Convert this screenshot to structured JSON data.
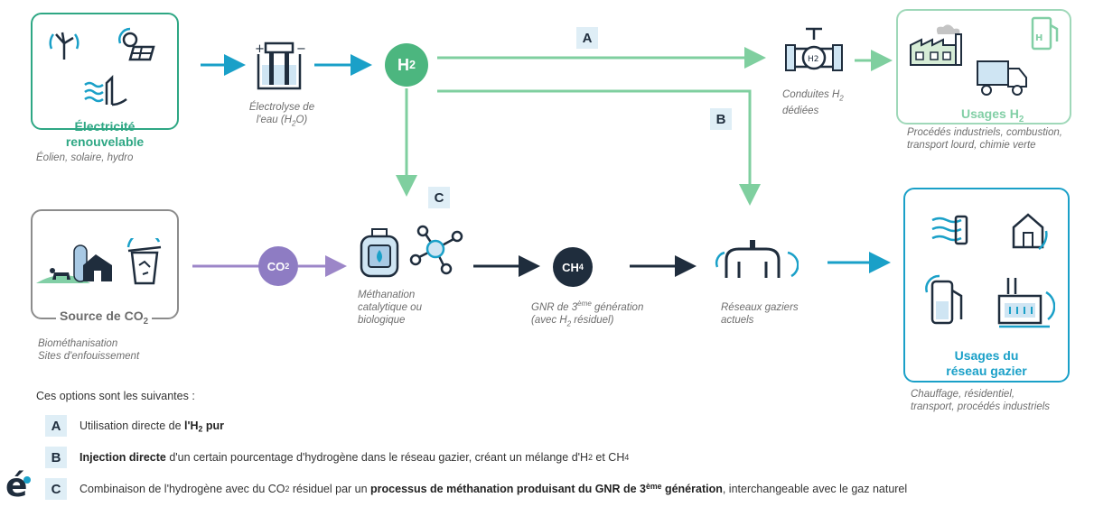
{
  "renewable": {
    "title": "Électricité renouvelable",
    "subtitle": "Éolien, solaire, hydro"
  },
  "electrolysis": {
    "label_line1": "Électrolyse de",
    "label_line2": "l'eau (H",
    "label_sub": "2",
    "label_end": "O)"
  },
  "h2_node": {
    "text": "H",
    "sub": "2"
  },
  "tags": {
    "a": "A",
    "b": "B",
    "c": "C"
  },
  "pipelines": {
    "line1": "Conduites H",
    "sub": "2",
    "line2": "dédiées"
  },
  "usages_h2": {
    "title": "Usages H",
    "title_sub": "2",
    "subtitle_line1": "Procédés industriels, combustion,",
    "subtitle_line2": "transport lourd, chimie verte",
    "pump_label": "H",
    "pump_sub": "2"
  },
  "co2_source": {
    "title": "Source de CO",
    "title_sub": "2",
    "subtitle_line1": "Biométhanisation",
    "subtitle_line2": "Sites d'enfouissement"
  },
  "co2_node": {
    "text": "CO",
    "sub": "2"
  },
  "methanation": {
    "line1": "Méthanation",
    "line2": "catalytique ou",
    "line3": "biologique"
  },
  "ch4_node": {
    "text": "CH",
    "sub": "4"
  },
  "gnr": {
    "line1_a": "GNR de 3",
    "line1_sup": "ème",
    "line1_b": " génération",
    "line2_a": "(avec H",
    "line2_sub": "2",
    "line2_b": " résiduel)"
  },
  "networks": {
    "line1": "Réseaux gaziers",
    "line2": "actuels"
  },
  "usages_network": {
    "title_line1": "Usages du",
    "title_line2": "réseau gazier",
    "subtitle_line1": "Chauffage, résidentiel,",
    "subtitle_line2": "transport, procédés industriels"
  },
  "legend": {
    "intro": "Ces options sont les suivantes :",
    "a": {
      "text1": "Utilisation directe de ",
      "bold": "l'H",
      "bold_sub": "2",
      "bold2": " pur"
    },
    "b": {
      "bold": "Injection directe",
      "text1": " d'un certain pourcentage d'hydrogène dans le réseau gazier, créant un mélange d'H",
      "sub1": "2",
      "text2": " et CH",
      "sub2": "4"
    },
    "c": {
      "text1": "Combinaison de l'hydrogène avec du CO",
      "sub1": "2",
      "text2": " résiduel par un ",
      "bold": "processus de méthanation produisant du GNR de 3",
      "bold_sup": "ème",
      "bold2": " génération",
      "text3": ", interchangeable avec le gaz naturel"
    }
  },
  "colors": {
    "green": "#2ea784",
    "light_green": "#82cfa6",
    "blue": "#1aa0c8",
    "purple": "#8e7cc3",
    "navy": "#1f2d3d",
    "tag_bg": "#dfeef6"
  },
  "logo": {
    "text": "é"
  }
}
